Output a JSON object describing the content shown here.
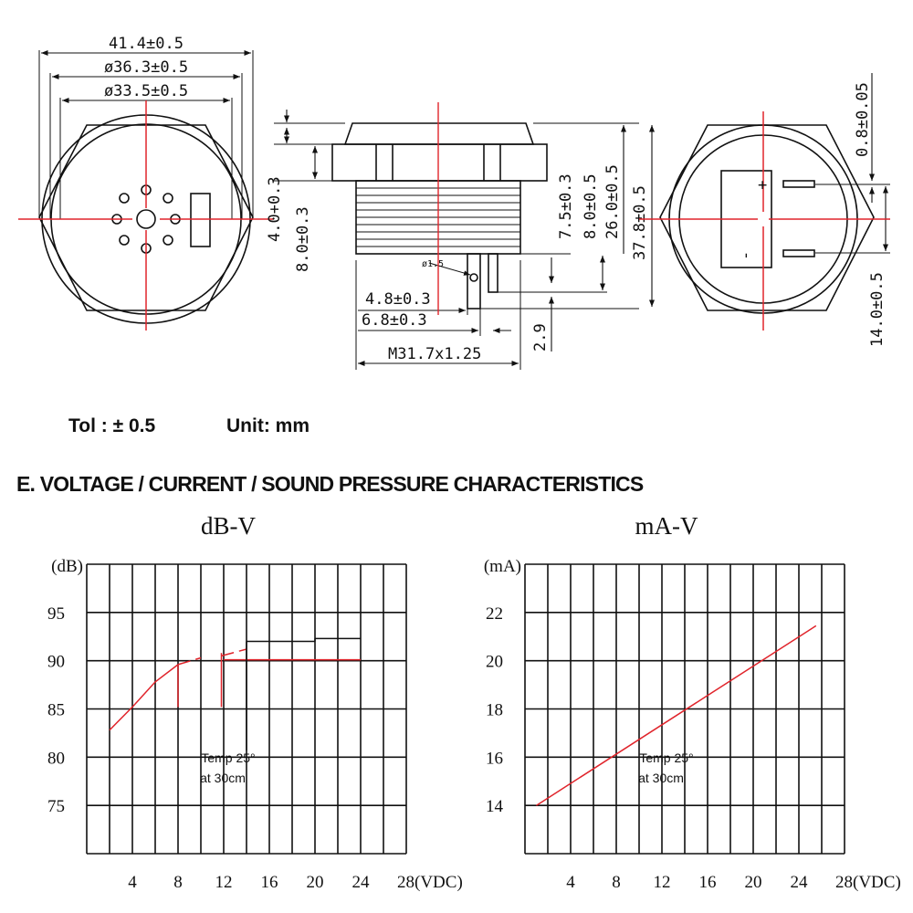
{
  "drawing": {
    "front": {
      "dim_overall": "41.4±0.5",
      "dim_dia_outer": "ø36.3±0.5",
      "dim_dia_inner": "ø33.5±0.5"
    },
    "side": {
      "dim_head": "4.0+0.3",
      "dim_nut": "8.0±0.3",
      "dim_pin_width": "4.8±0.3",
      "dim_pin_pitch": "6.8±0.3",
      "dim_thread": "M31.7x1.25",
      "dim_hole": "ø1.5",
      "dim_pin_len": "2.9",
      "dim_pin_7_5": "7.5±0.3",
      "dim_pin_8_0": "8.0±0.5",
      "dim_body": "26.0±0.5",
      "dim_height": "37.8±0.5"
    },
    "back": {
      "dim_terminal": "0.8±0.05",
      "dim_terminal_pitch": "14.0±0.5",
      "plus": "+",
      "minus": "-"
    }
  },
  "tolerance": "Tol : ± 0.5",
  "unit": "Unit: mm",
  "section_title": "E. VOLTAGE / CURRENT / SOUND PRESSURE CHARACTERISTICS",
  "colors": {
    "curve": "#e0242b",
    "line": "#111111"
  },
  "chart_data": [
    {
      "type": "line",
      "title": "dB-V",
      "ylabel": "(dB)",
      "xlabel": "28(VDC)",
      "x_ticks": [
        "4",
        "8",
        "12",
        "16",
        "20",
        "24"
      ],
      "y_ticks": [
        "75",
        "80",
        "85",
        "90",
        "95"
      ],
      "xlim": [
        0,
        28
      ],
      "ylim": [
        70,
        100
      ],
      "note_line1": "Temp 25°",
      "note_line2": "at 30cm",
      "series": [
        {
          "color": "#e0242b",
          "dashed": false,
          "points": [
            [
              2,
              82.8
            ],
            [
              4,
              85.2
            ],
            [
              6,
              87.8
            ],
            [
              8,
              89.6
            ]
          ]
        },
        {
          "color": "#e0242b",
          "dashed": true,
          "points": [
            [
              8,
              89.6
            ],
            [
              10,
              90.3
            ]
          ]
        },
        {
          "color": "#e0242b",
          "dashed": false,
          "points": [
            [
              8,
              89.6
            ],
            [
              8,
              85.2
            ]
          ]
        },
        {
          "color": "#e0242b",
          "dashed": true,
          "points": [
            [
              11.8,
              90.5
            ],
            [
              14,
              91.2
            ]
          ]
        },
        {
          "color": "#e0242b",
          "dashed": false,
          "points": [
            [
              11.8,
              85.2
            ],
            [
              11.8,
              90.8
            ]
          ]
        },
        {
          "color": "#e0242b",
          "dashed": false,
          "points": [
            [
              12,
              90.1
            ],
            [
              24,
              90.1
            ]
          ]
        },
        {
          "color": "#111111",
          "dashed": false,
          "points": [
            [
              14,
              92.0
            ],
            [
              20,
              92.0
            ]
          ]
        },
        {
          "color": "#111111",
          "dashed": false,
          "points": [
            [
              20,
              92.3
            ],
            [
              24,
              92.3
            ]
          ]
        },
        {
          "color": "#111111",
          "dashed": false,
          "points": [
            [
              14,
              80.7
            ],
            [
              14,
              92.0
            ]
          ]
        },
        {
          "color": "#111111",
          "dashed": false,
          "points": [
            [
              20,
              92.0
            ],
            [
              20,
              92.3
            ]
          ]
        }
      ]
    },
    {
      "type": "line",
      "title": "mA-V",
      "ylabel": "(mA)",
      "xlabel": "28(VDC)",
      "x_ticks": [
        "4",
        "8",
        "12",
        "16",
        "20",
        "24"
      ],
      "y_ticks": [
        "14",
        "16",
        "18",
        "20",
        "22"
      ],
      "xlim": [
        0,
        28
      ],
      "ylim": [
        12,
        24
      ],
      "note_line1": "Temp 25°",
      "note_line2": "at 30cm",
      "series": [
        {
          "color": "#e0242b",
          "dashed": false,
          "points": [
            [
              1,
              14.0
            ],
            [
              25.5,
              21.45
            ]
          ]
        }
      ]
    }
  ]
}
